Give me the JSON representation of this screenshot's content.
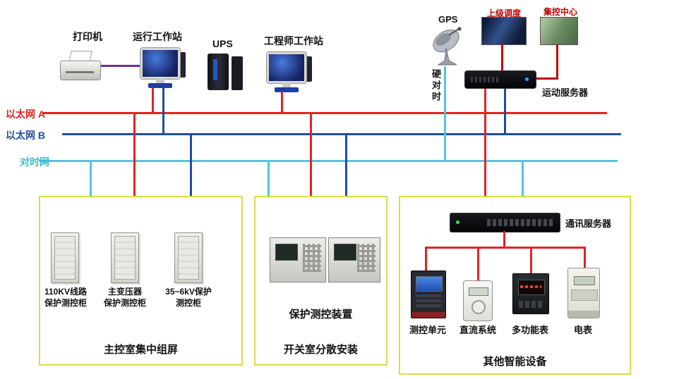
{
  "colors": {
    "ethernet_a": "#e02427",
    "ethernet_b": "#1f4e9f",
    "time_sync": "#55c6d8",
    "group_border": "#dbdb4e",
    "printer_link": "#7030a0",
    "branch_red": "#e02427"
  },
  "buses": {
    "ethernet_a": {
      "label": "以太网 A"
    },
    "ethernet_b": {
      "label": "以太网 B"
    },
    "time_sync": {
      "label": "对时网"
    }
  },
  "devices": {
    "printer": {
      "label": "打印机"
    },
    "operator_station": {
      "label": "运行工作站"
    },
    "ups": {
      "label": "UPS"
    },
    "engineer_station": {
      "label": "工程师工作站"
    },
    "gps": {
      "label": "GPS"
    },
    "superior_dispatch": {
      "label": "上级调度"
    },
    "central_control": {
      "label": "集控中心"
    },
    "telecontrol_server": {
      "label": "运动服务器"
    },
    "hard_time_sync": {
      "label": "硬对时"
    }
  },
  "groups": {
    "left": {
      "cabinets": [
        {
          "line1": "110KV线路",
          "line2": "保护测控柜"
        },
        {
          "line1": "主变压器",
          "line2": "保护测控柜"
        },
        {
          "line1": "35~6kV保护",
          "line2": "测控柜"
        }
      ],
      "caption": "主控室集中组屏"
    },
    "middle": {
      "device_label": "保护测控装置",
      "caption": "开关室分散安装"
    },
    "right": {
      "server_label": "通讯服务器",
      "device_labels": [
        "测控单元",
        "直流系统",
        "多功能表",
        "电表"
      ],
      "caption": "其他智能设备"
    }
  }
}
